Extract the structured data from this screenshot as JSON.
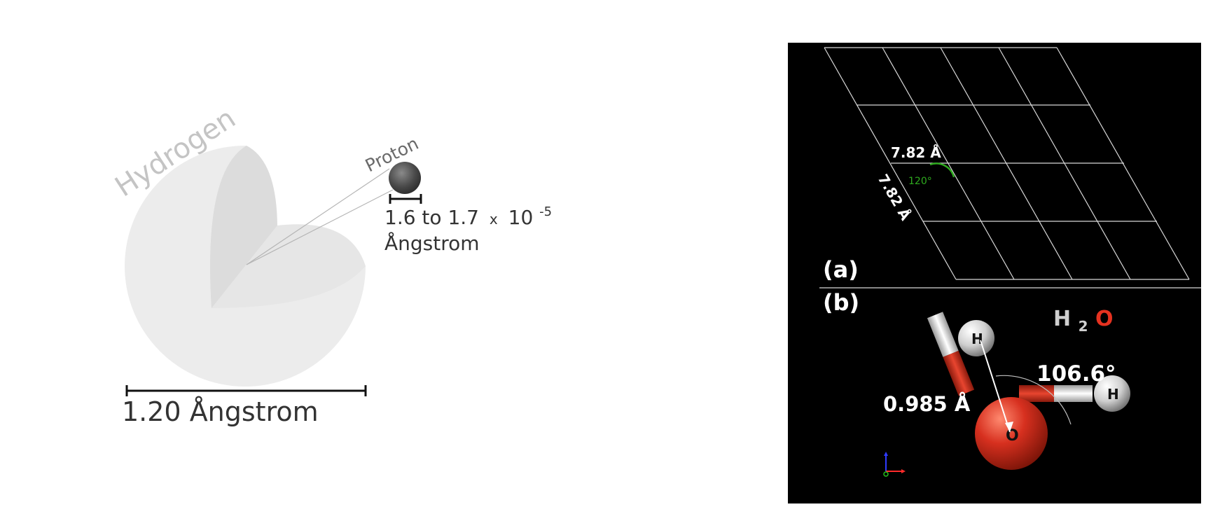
{
  "left_diagram": {
    "atom_label": "Hydrogen",
    "proton_label": "Proton",
    "proton_size": {
      "line1_prefix": "1.6 to 1.7",
      "times": "x",
      "base": "10",
      "exponent": "-5",
      "line2": "Ångstrom"
    },
    "atom_diameter_label": "1.20 Ångstrom"
  },
  "right_diagram": {
    "panel_a": {
      "label": "(a)",
      "cell_edge_horizontal": "7.82 Å",
      "cell_edge_slanted": "7.82 Å",
      "cell_angle": "120°"
    },
    "panel_b": {
      "label": "(b)",
      "formula_h": "H",
      "formula_sub": "2",
      "formula_o": "O",
      "bond_length": "0.985 Å",
      "bond_angle": "106.6°",
      "hydrogen_symbol": "H",
      "oxygen_symbol": "O"
    },
    "colors": {
      "background": "#000000",
      "oxygen": "#d7301f",
      "hydrogen": "#d9d9d9",
      "angle_arc": "#2eaa1e"
    }
  }
}
